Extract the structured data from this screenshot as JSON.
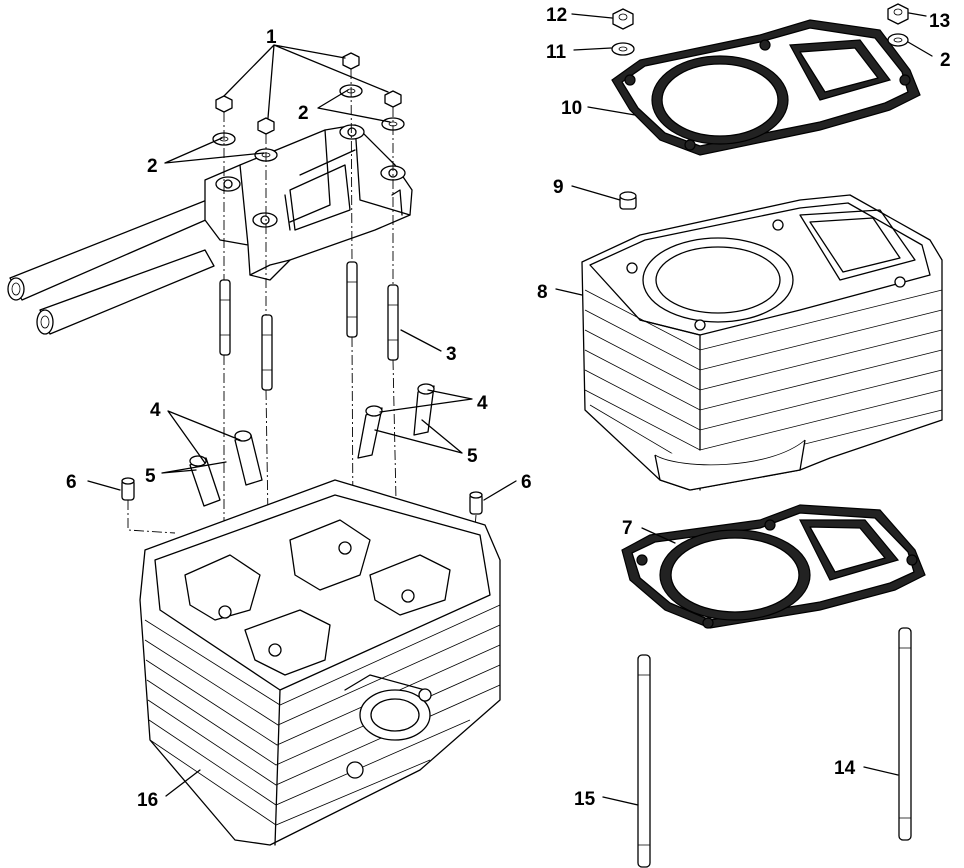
{
  "diagram": {
    "callouts": [
      {
        "id": "c1",
        "text": "1"
      },
      {
        "id": "c2a",
        "text": "2"
      },
      {
        "id": "c2b",
        "text": "2"
      },
      {
        "id": "c2c",
        "text": "2"
      },
      {
        "id": "c3",
        "text": "3"
      },
      {
        "id": "c4a",
        "text": "4"
      },
      {
        "id": "c4b",
        "text": "4"
      },
      {
        "id": "c5a",
        "text": "5"
      },
      {
        "id": "c5b",
        "text": "5"
      },
      {
        "id": "c6a",
        "text": "6"
      },
      {
        "id": "c6b",
        "text": "6"
      },
      {
        "id": "c7",
        "text": "7"
      },
      {
        "id": "c8",
        "text": "8"
      },
      {
        "id": "c9",
        "text": "9"
      },
      {
        "id": "c10",
        "text": "10"
      },
      {
        "id": "c11",
        "text": "11"
      },
      {
        "id": "c12",
        "text": "12"
      },
      {
        "id": "c13",
        "text": "13"
      },
      {
        "id": "c14",
        "text": "14"
      },
      {
        "id": "c15",
        "text": "15"
      },
      {
        "id": "c16",
        "text": "16"
      }
    ]
  }
}
